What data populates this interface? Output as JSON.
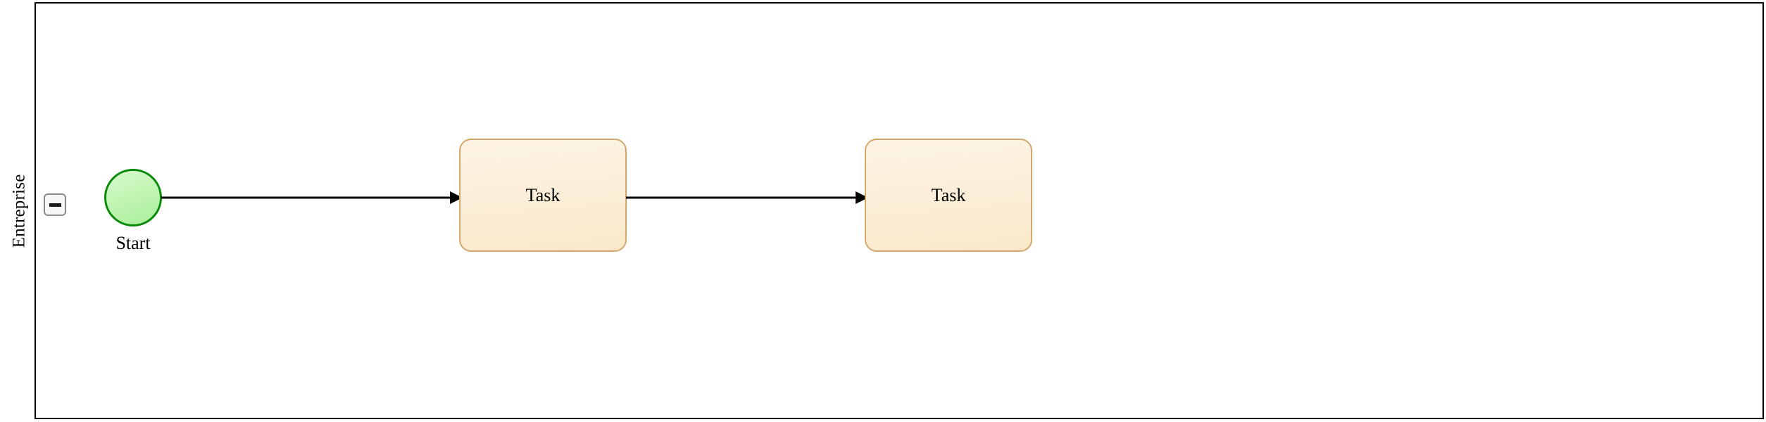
{
  "diagram": {
    "type": "bpmn-process",
    "pool": {
      "lane_label": "Entreprise",
      "collapse_control": {
        "name": "collapse-pool-button",
        "glyph": "minus-icon",
        "state": "expanded"
      },
      "border_color": "#000000",
      "background_color": "#ffffff"
    },
    "nodes": [
      {
        "id": "start-event",
        "kind": "start-event",
        "label": "Start",
        "shape": "circle",
        "fill_color": "#c3f5b4",
        "stroke_color": "#0a8a0a"
      },
      {
        "id": "task-1",
        "kind": "task",
        "label": "Task",
        "shape": "rounded-rectangle",
        "fill_color": "#fbeed7",
        "stroke_color": "#d3a86c"
      },
      {
        "id": "task-2",
        "kind": "task",
        "label": "Task",
        "shape": "rounded-rectangle",
        "fill_color": "#fbeed7",
        "stroke_color": "#d3a86c"
      }
    ],
    "flows": [
      {
        "id": "flow-1",
        "kind": "sequence-flow",
        "from": "start-event",
        "to": "task-1",
        "label": "",
        "stroke_color": "#000000"
      },
      {
        "id": "flow-2",
        "kind": "sequence-flow",
        "from": "task-1",
        "to": "task-2",
        "label": "",
        "stroke_color": "#000000"
      }
    ]
  }
}
